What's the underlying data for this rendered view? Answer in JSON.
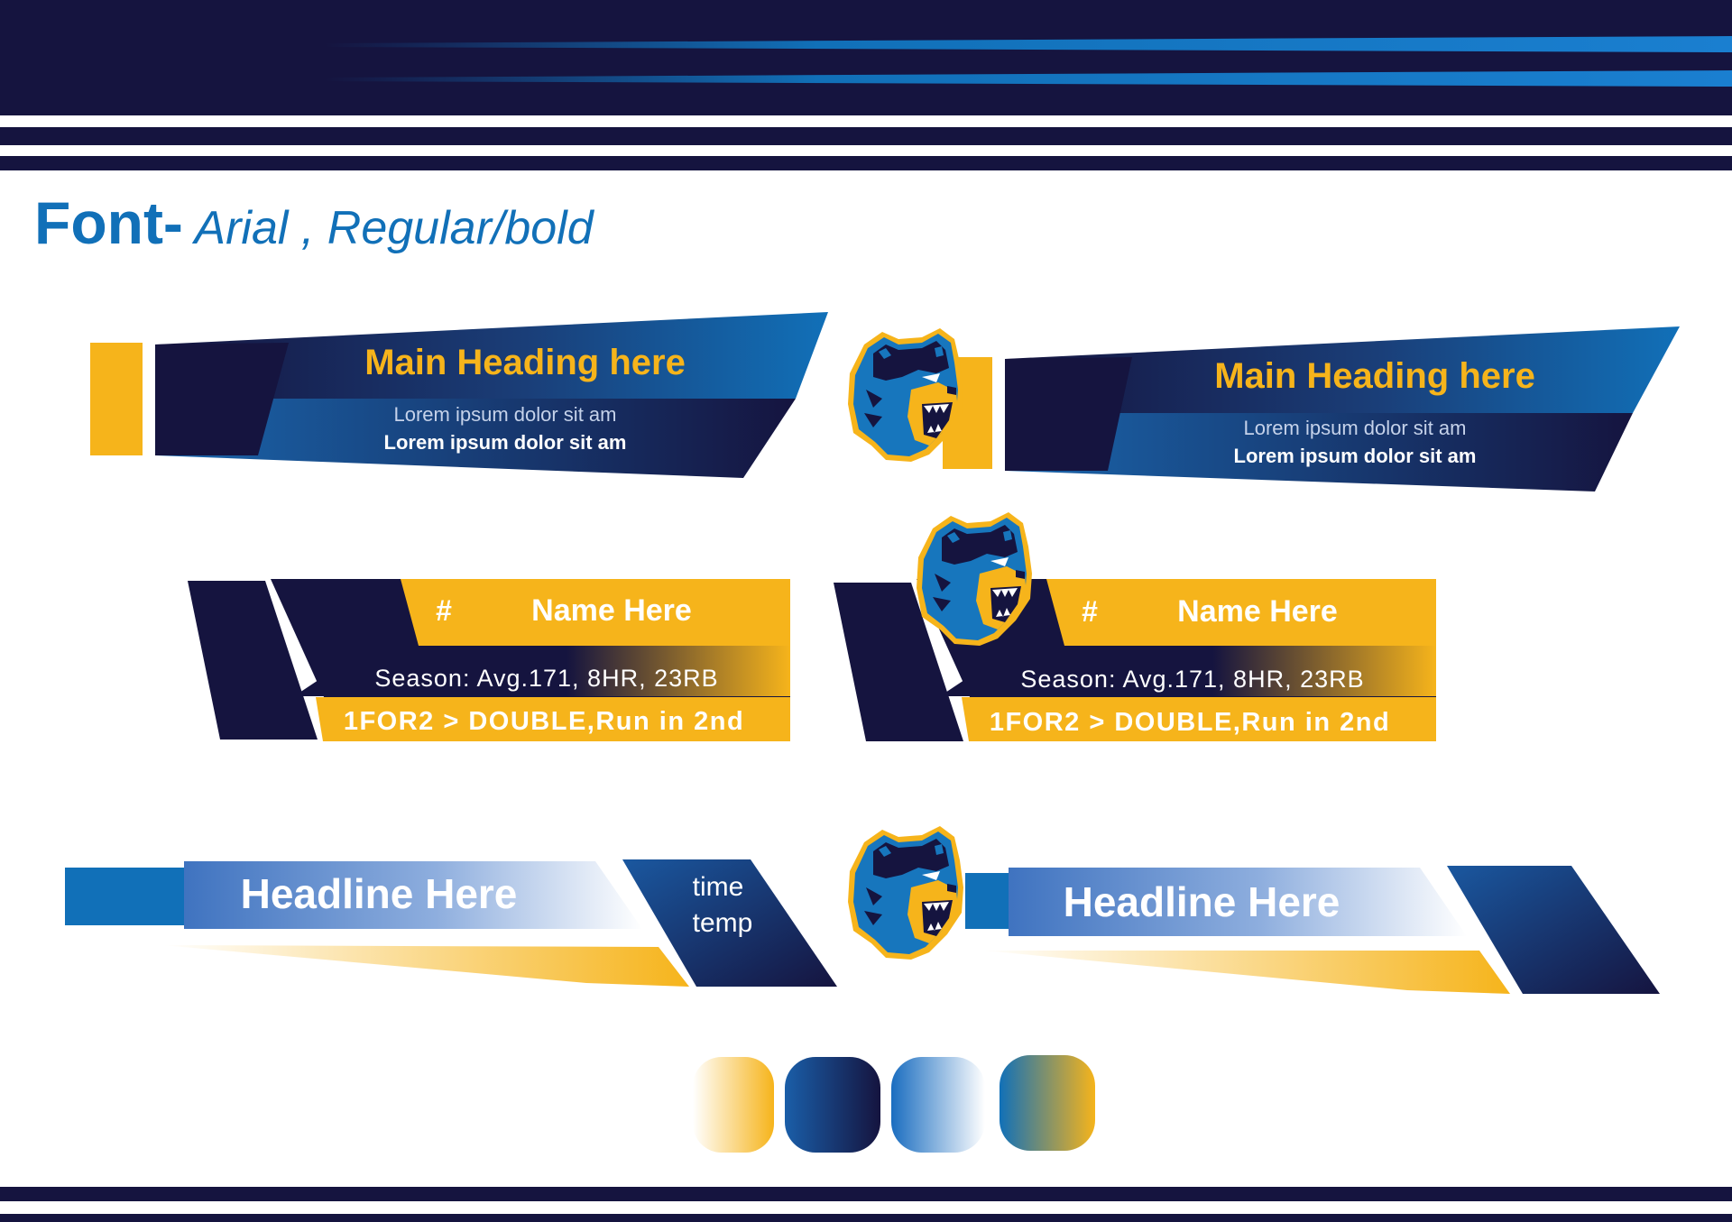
{
  "colors": {
    "navy": "#15143f",
    "blue": "#1170b8",
    "gold": "#f6b41b",
    "light_blue": "#2f8fd0",
    "white": "#ffffff"
  },
  "title": {
    "font_word": "Font-",
    "font_desc": " Arial , Regular/bold"
  },
  "lower_third_1": {
    "heading": "Main Heading here",
    "line1": "Lorem ipsum dolor sit am",
    "line2": "Lorem ipsum dolor sit am"
  },
  "lower_third_2": {
    "heading": "Main Heading here",
    "line1": "Lorem ipsum dolor sit am",
    "line2": "Lorem ipsum dolor sit am"
  },
  "player_card_1": {
    "number": "#",
    "name": "Name Here",
    "season": "Season: Avg.171, 8HR, 23RB",
    "result": "1FOR2 > DOUBLE,Run in 2nd"
  },
  "player_card_2": {
    "number": "#",
    "name": "Name Here",
    "season": "Season: Avg.171, 8HR, 23RB",
    "result": "1FOR2 > DOUBLE,Run in 2nd"
  },
  "headline_bar_1": {
    "headline": "Headline Here",
    "time": "time",
    "temp": "temp"
  },
  "headline_bar_2": {
    "headline": "Headline Here"
  },
  "mascot_icon": "bear-head-icon",
  "swatches": [
    "gold-fade",
    "navy-blue",
    "blue-white",
    "blue-gold"
  ]
}
